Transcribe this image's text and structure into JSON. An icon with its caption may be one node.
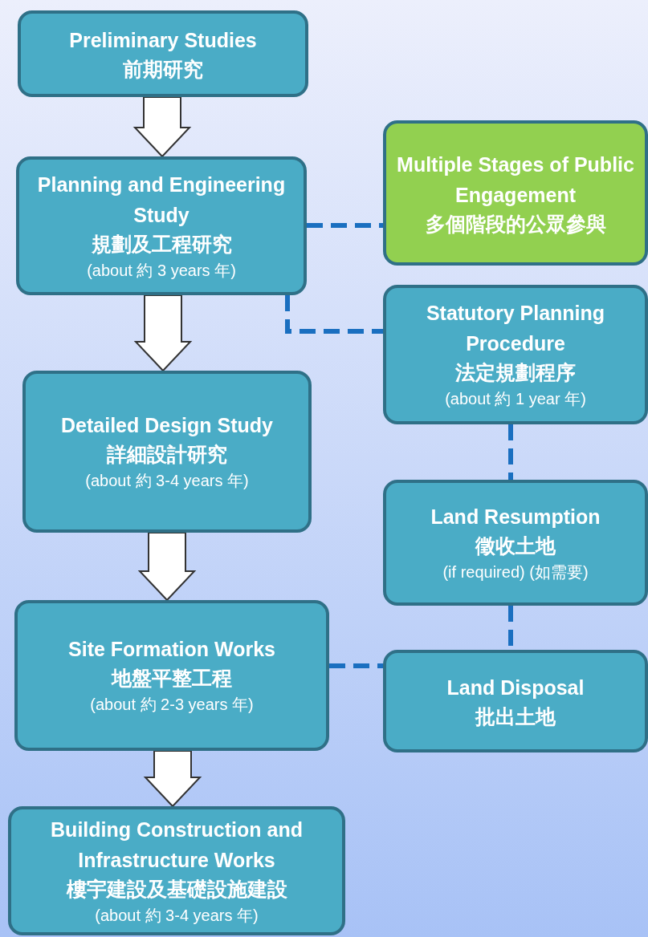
{
  "diagram": {
    "nodes": [
      {
        "text": [
          "Preliminary Studies",
          "前期研究"
        ]
      },
      {
        "text": [
          "Planning and Engineering Study",
          "規劃及工程研究",
          "(about 約 3 years 年)"
        ]
      },
      {
        "text": [
          "Multiple Stages of Public Engagement",
          "多個階段的公眾參與"
        ]
      },
      {
        "text": [
          "Statutory Planning Procedure",
          "法定規劃程序",
          "(about 約 1 year 年)"
        ]
      },
      {
        "text": [
          "Detailed Design Study",
          "詳細設計研究",
          "(about 約 3-4 years 年)"
        ]
      },
      {
        "text": [
          "Land Resumption",
          "徵收土地",
          "(if required) (如需要)"
        ]
      },
      {
        "text": [
          "Site Formation Works",
          "地盤平整工程",
          "(about 約 2-3 years 年)"
        ]
      },
      {
        "text": [
          "Land Disposal",
          "批出土地"
        ]
      },
      {
        "text": [
          "Building Construction and Infrastructure Works",
          "樓宇建設及基礎設施建設",
          "(about 約 3-4 years 年)"
        ]
      }
    ],
    "edges": [
      {
        "from": 0,
        "to": 1,
        "arrow": "to"
      },
      {
        "from": 1,
        "to": 4,
        "arrow": "to"
      },
      {
        "from": 4,
        "to": 6,
        "arrow": "to"
      },
      {
        "from": 6,
        "to": 8,
        "arrow": "to"
      },
      {
        "from": 1,
        "to": 2,
        "arrow": "none",
        "style": "dashed"
      },
      {
        "from": 1,
        "to": 3,
        "arrow": "none",
        "style": "dashed"
      },
      {
        "from": 3,
        "to": 5,
        "arrow": "none",
        "style": "dashed"
      },
      {
        "from": 5,
        "to": 7,
        "arrow": "none",
        "style": "dashed"
      },
      {
        "from": 6,
        "to": 7,
        "arrow": "none",
        "style": "dashed"
      }
    ]
  }
}
